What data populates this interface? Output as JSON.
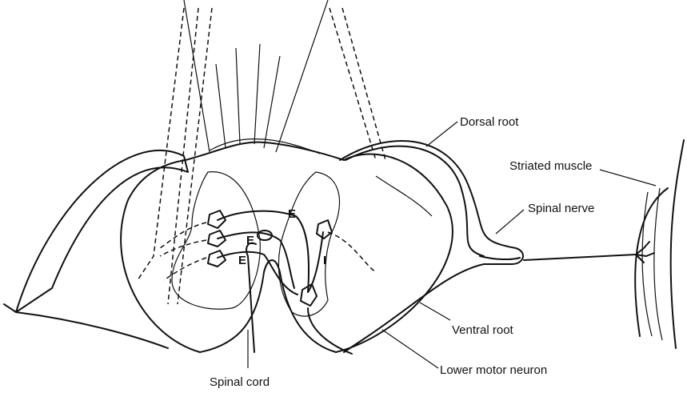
{
  "labels": {
    "dorsal_root": "Dorsal root",
    "striated_muscle": "Striated muscle",
    "spinal_nerve": "Spinal nerve",
    "ventral_root": "Ventral root",
    "lower_motor_neuron": "Lower motor neuron",
    "spinal_cord": "Spinal cord"
  },
  "markers": {
    "excitatory": "E",
    "inhibitory": "I"
  },
  "colors": {
    "ink": "#111111",
    "background": "#ffffff"
  }
}
